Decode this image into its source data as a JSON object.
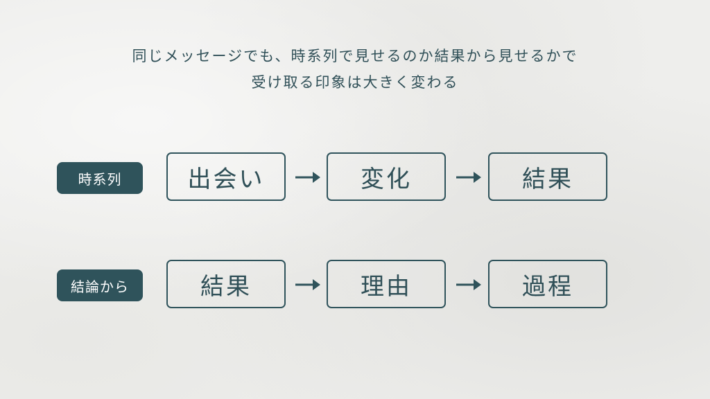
{
  "heading": {
    "line1": "同じメッセージでも、時系列で見せるのか結果から見せるかで",
    "line2": "受け取る印象は大きく変わる"
  },
  "rows": [
    {
      "label": "時系列",
      "steps": [
        "出会い",
        "変化",
        "結果"
      ]
    },
    {
      "label": "結論から",
      "steps": [
        "結果",
        "理由",
        "過程"
      ]
    }
  ],
  "colors": {
    "accent": "#2f535b",
    "text": "#2f4f57",
    "background": "#eeeeec"
  },
  "icons": [
    "arrow-right-icon"
  ]
}
